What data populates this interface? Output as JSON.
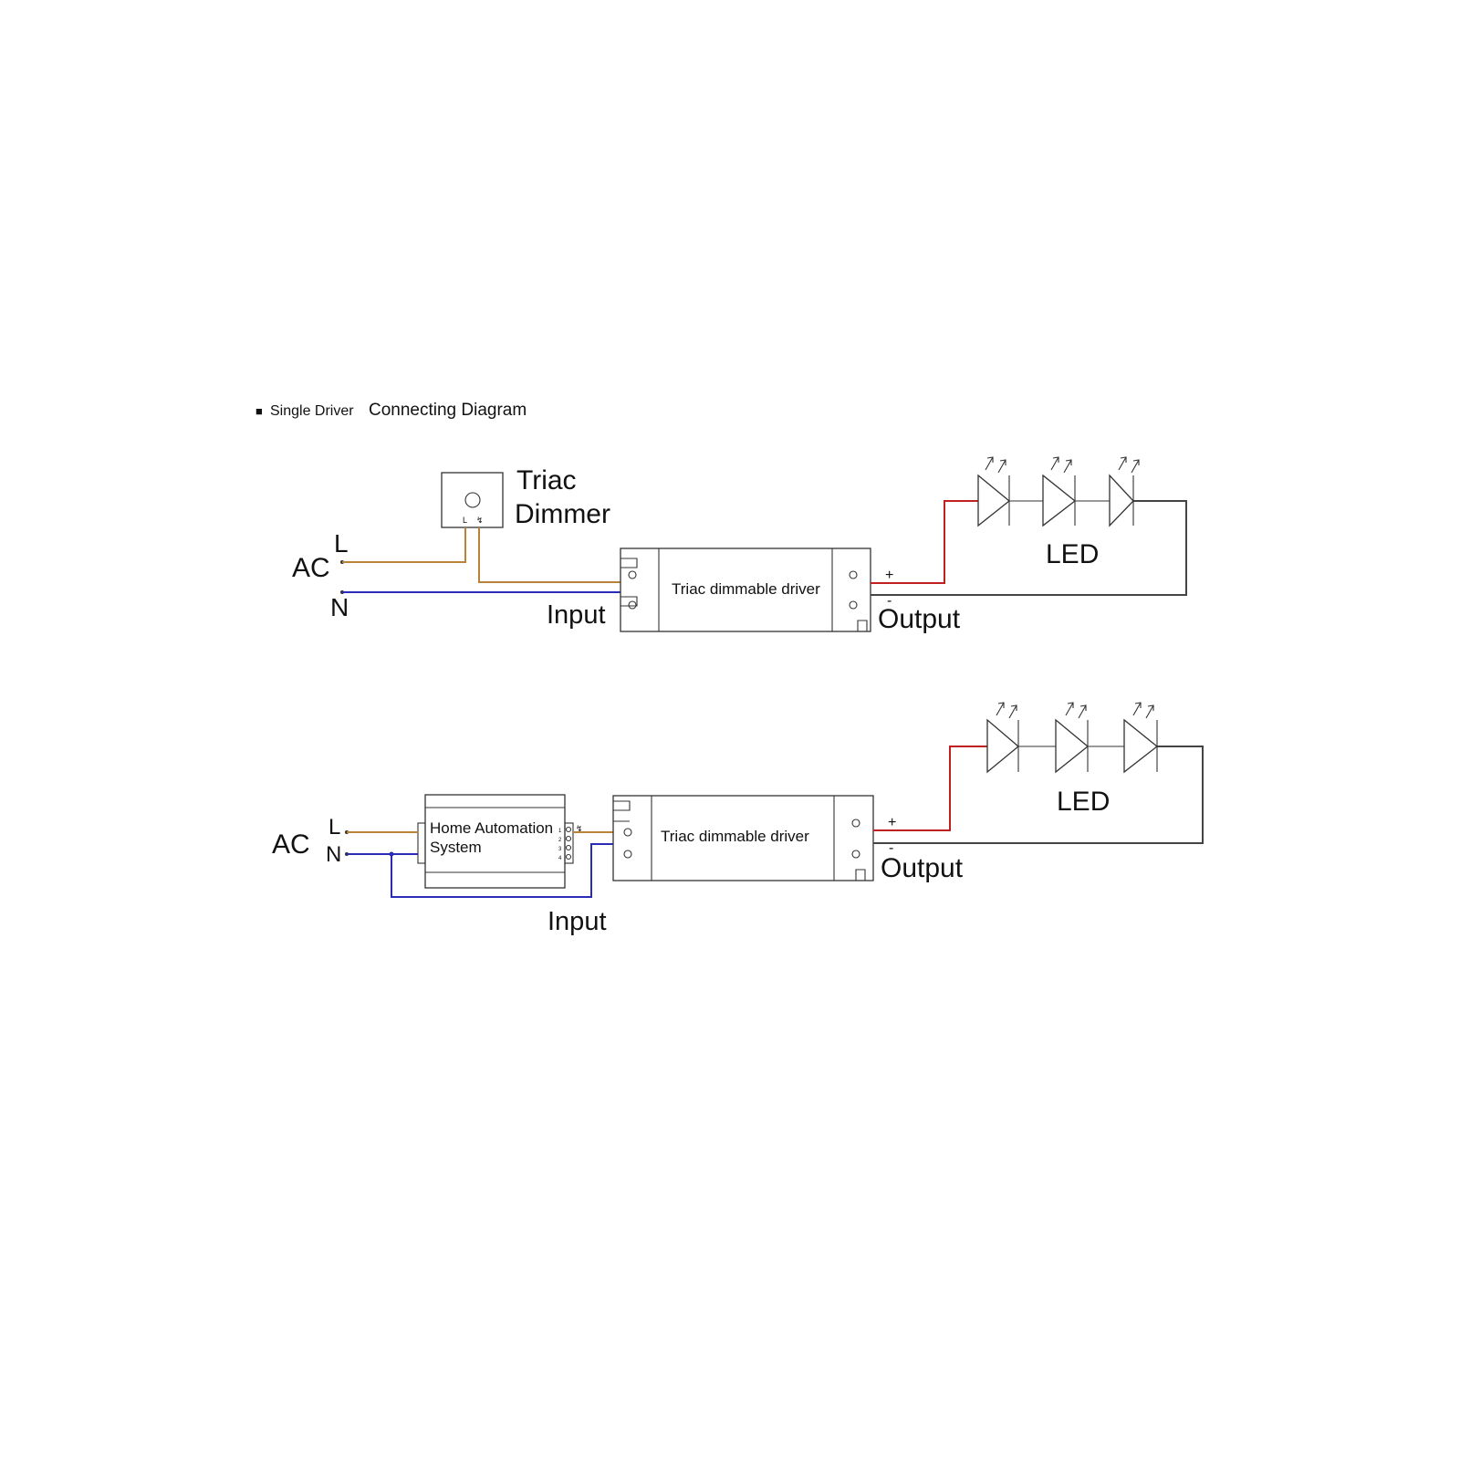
{
  "heading": {
    "bullet": "■",
    "prefix": "Single Driver",
    "main": "Connecting Diagram"
  },
  "colors": {
    "live": "#b88238",
    "neutral": "#2a2bb8",
    "positive": "#c02020",
    "ground": "#444444",
    "outline": "#333333"
  },
  "diagram1": {
    "ac": "AC",
    "l": "L",
    "n": "N",
    "dimmer_title_1": "Triac",
    "dimmer_title_2": "Dimmer",
    "dimmer_terminal_l": "L",
    "dimmer_terminal_out": "↯",
    "driver": "Triac dimmable driver",
    "input": "Input",
    "output": "Output",
    "plus": "+",
    "minus": "-",
    "led": "LED"
  },
  "diagram2": {
    "ac": "AC",
    "l": "L",
    "n": "N",
    "hub_line_1": "Home Automation",
    "hub_line_2": "System",
    "hub_port_1": "1",
    "hub_port_2": "2",
    "hub_port_3": "3",
    "hub_port_4": "4",
    "hub_terminal_out": "↯",
    "driver": "Triac dimmable driver",
    "input": "Input",
    "output": "Output",
    "plus": "+",
    "minus": "-",
    "led": "LED"
  }
}
